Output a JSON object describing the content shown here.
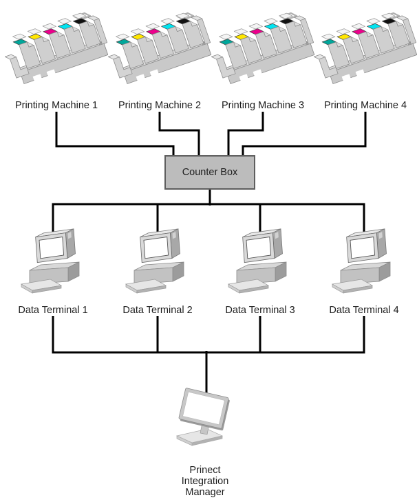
{
  "machines": [
    {
      "label": "Printing Machine 1"
    },
    {
      "label": "Printing Machine 2"
    },
    {
      "label": "Printing Machine 3"
    },
    {
      "label": "Printing Machine 4"
    }
  ],
  "counter_box": {
    "label": "Counter Box",
    "fill": "#bcbcbc",
    "border_color": "#5e5e5e"
  },
  "terminals": [
    {
      "label": "Data Terminal 1"
    },
    {
      "label": "Data Terminal 2"
    },
    {
      "label": "Data Terminal 3"
    },
    {
      "label": "Data Terminal 4"
    }
  ],
  "integration_manager": {
    "label": "Prinect Integration Manager"
  },
  "ink_colors": [
    "#00a79b",
    "#ffe600",
    "#ec008c",
    "#00e4f0",
    "#111111"
  ],
  "wire_color": "#000000",
  "background": "#ffffff",
  "icons": {
    "machine": "printing-press-icon",
    "terminal": "crt-computer-icon",
    "manager": "flat-monitor-icon"
  }
}
